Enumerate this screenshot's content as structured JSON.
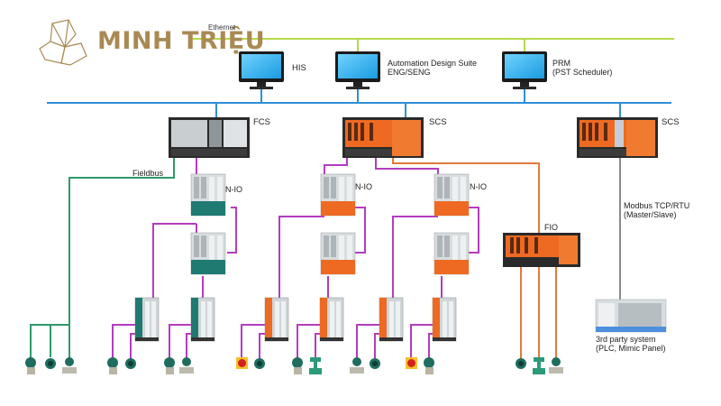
{
  "brand": {
    "name": "MINH TRIỆU",
    "color": "#a98a54"
  },
  "colors": {
    "ethernet_top": "#b5d84a",
    "control_bus": "#2f8fd6",
    "fieldbus": "#2e9a6a",
    "nio_link": "#b43cbf",
    "fio_link": "#e07a3c",
    "modbus_link": "#8a8a8a",
    "scs_orange": "#ee6a22",
    "nio_teal": "#1f7a72"
  },
  "networks": {
    "ethernet": "Ethernet",
    "fieldbus": "Fieldbus",
    "modbus": [
      "Modbus TCP/RTU",
      "(Master/Slave)"
    ]
  },
  "stations": [
    {
      "id": "his",
      "label": [
        "HIS"
      ]
    },
    {
      "id": "ads",
      "label": [
        "Automation Design Suite",
        "ENG/SENG"
      ]
    },
    {
      "id": "prm",
      "label": [
        "PRM",
        "(PST Scheduler)"
      ]
    }
  ],
  "controllers": [
    {
      "id": "fcs",
      "label": "FCS",
      "type": "grey"
    },
    {
      "id": "scs1",
      "label": "SCS",
      "type": "orange"
    },
    {
      "id": "scs2",
      "label": "SCS",
      "type": "orange"
    }
  ],
  "io": {
    "nio_label": "N-IO",
    "fio_label": "FIO",
    "third_party": [
      "3rd party system",
      "(PLC, Mimic Panel)"
    ]
  }
}
